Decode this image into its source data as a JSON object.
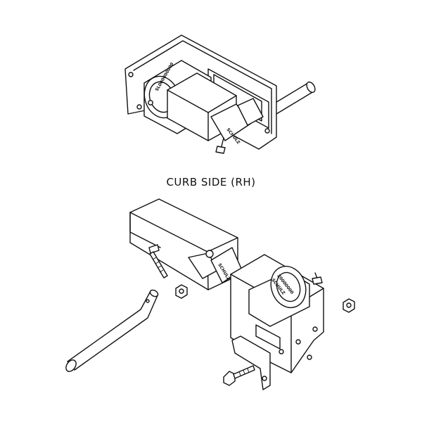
{
  "caption": "CURB SIDE (RH)",
  "labels": {
    "brand": "SCHULZ",
    "part_no": "SL000000000",
    "part_no_2": "Z0000000"
  }
}
